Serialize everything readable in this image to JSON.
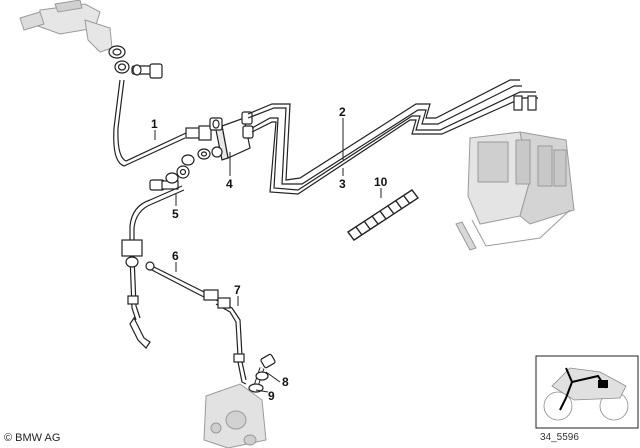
{
  "callouts": {
    "c1": "1",
    "c2": "2",
    "c3": "3",
    "c4": "4",
    "c5": "5",
    "c6": "6",
    "c7": "7",
    "c8": "8",
    "c9": "9",
    "c10": "10"
  },
  "footer": {
    "copyright": "© BMW AG",
    "diagram_id": "34_5596"
  },
  "colors": {
    "line": "#222222",
    "part_fill": "#ffffff",
    "shade": "#bdbdbd",
    "grey_part": "#d6d6d6"
  }
}
